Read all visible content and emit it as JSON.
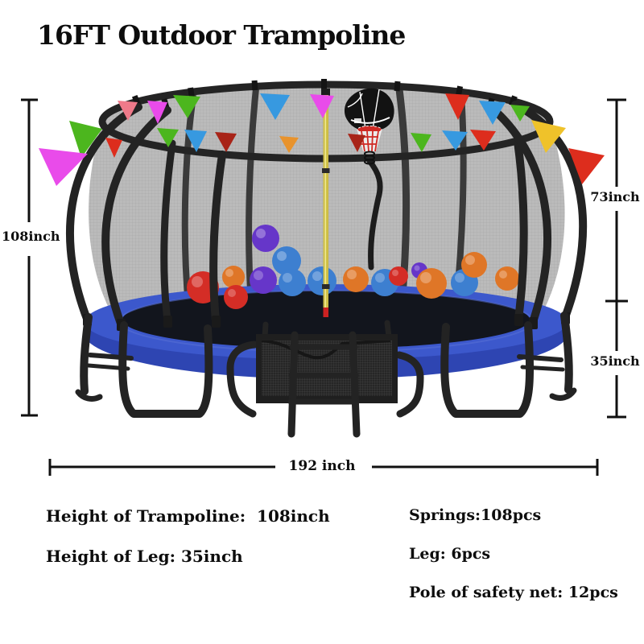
{
  "title": "16FT Outdoor Trampoline",
  "dimension_labels": {
    "total_height": "108inch",
    "net_height": "73inch",
    "leg_height": "35inch",
    "diameter": "192 inch"
  },
  "specs": {
    "left": [
      "Height of Trampoline:  108inch",
      "Height of Leg: 35inch"
    ],
    "right": [
      "Springs:108pcs",
      "Leg: 6pcs",
      "Pole of safety net: 12pcs"
    ]
  },
  "colors": {
    "frame_black": "#232323",
    "rail_black": "#242424",
    "net_gray": "#b6b6b6",
    "pad_blue": "#3c58cc",
    "pad_blue_dark": "#2e45b2",
    "mat_dark": "#12151d",
    "pole_yellow": "#cdbd45",
    "pole_tip_red": "#cc2222",
    "hoop_red": "#cf2a24",
    "ball_red": "#d42d26",
    "ball_blue": "#3d7fd0",
    "ball_orange": "#df7627",
    "ball_purple": "#6636c9",
    "flag_magenta": "#e94bea",
    "flag_pink": "#ef7a8a",
    "flag_green": "#4cb61e",
    "flag_yellow": "#efc22a",
    "flag_red": "#dd2d1d",
    "flag_darkred": "#a82418",
    "flag_blue": "#3799e0",
    "flag_orange": "#e8932d",
    "flag_purple": "#8b3fd0",
    "dim_line": "#101010"
  }
}
